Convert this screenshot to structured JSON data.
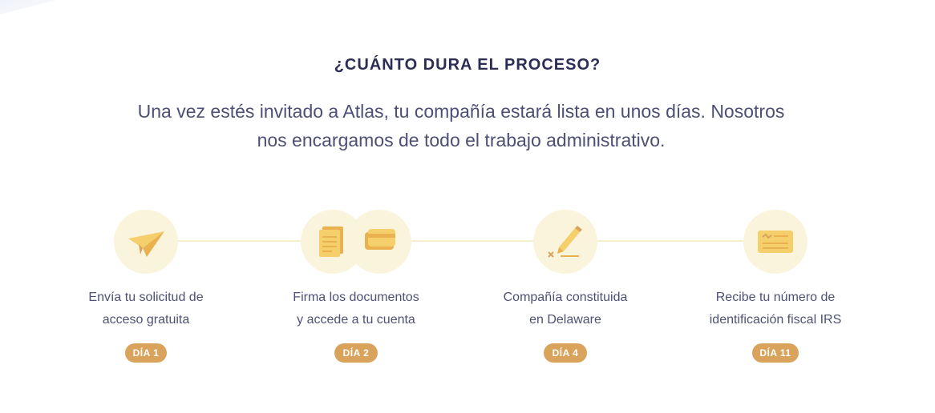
{
  "section": {
    "title": "¿CUÁNTO DURA EL PROCESO?",
    "lead_line1": "Una vez estés invitado a Atlas, tu compañía estará lista en unos días. Nosotros",
    "lead_line2": "nos encargamos de todo el trabajo administrativo."
  },
  "steps": [
    {
      "icon": "paper-plane-icon",
      "line1": "Envía tu solicitud de",
      "line2": "acceso gratuita",
      "day": "DÍA 1"
    },
    {
      "icon": "documents-and-cards-icon",
      "line1": "Firma los documentos",
      "line2": "y accede a tu cuenta",
      "day": "DÍA 2"
    },
    {
      "icon": "pen-signature-icon",
      "line1": "Compañía constituida",
      "line2": "en Delaware",
      "day": "DÍA 4"
    },
    {
      "icon": "tax-id-card-icon",
      "line1": "Recibe tu número de",
      "line2": "identificación fiscal IRS",
      "day": "DÍA 11"
    }
  ],
  "colors": {
    "heading": "#2b2d55",
    "body_text": "#4f5174",
    "icon_background": "#fbf4dc",
    "timeline_line": "#f7efd1",
    "badge": "#d9a35b",
    "icon_yellow": "#f5cf6b",
    "icon_orange": "#e9b24f"
  }
}
